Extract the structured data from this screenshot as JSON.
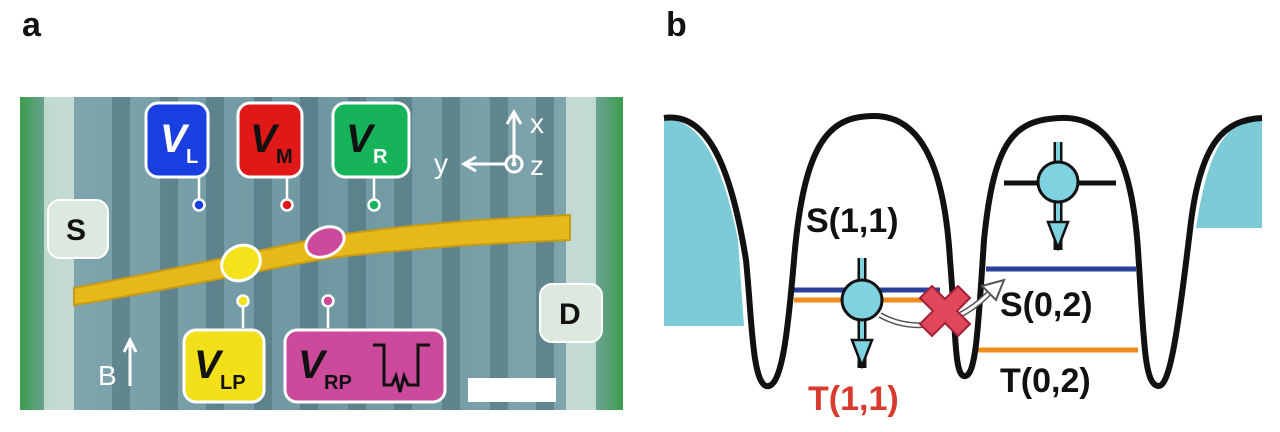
{
  "panel_a": {
    "label": "a",
    "gate_labels": {
      "left": {
        "main": "V",
        "sub": "L",
        "color": "#1a3fe0"
      },
      "middle": {
        "main": "V",
        "sub": "M",
        "color": "#e01818"
      },
      "right": {
        "main": "V",
        "sub": "R",
        "color": "#16b35a"
      },
      "left_plunger": {
        "main": "V",
        "sub": "LP",
        "color": "#f2e01a"
      },
      "right_plunger": {
        "main": "V",
        "sub": "RP",
        "color": "#cc4a9c",
        "pulse_icon": "square-pulse-icon"
      }
    },
    "source_label": "S",
    "drain_label": "D",
    "axes": {
      "x": "x",
      "y": "y",
      "z": "z"
    },
    "field_label": "B",
    "colors": {
      "background": "#5f8a96",
      "nanowire": "#e6b81a",
      "contact": "#3da84a"
    }
  },
  "panel_b": {
    "label": "b",
    "states": {
      "s11": "S(1,1)",
      "t11": "T(1,1)",
      "s02": "S(0,2)",
      "t02": "T(0,2)"
    },
    "blocked_icon": "x-cross-icon",
    "colors": {
      "singlet_level": "#2a3f9a",
      "triplet_level": "#f08c1e",
      "reservoir": "#7ccbd6",
      "t11_text": "#d83a2e",
      "spin": "#7fd3e0"
    }
  }
}
